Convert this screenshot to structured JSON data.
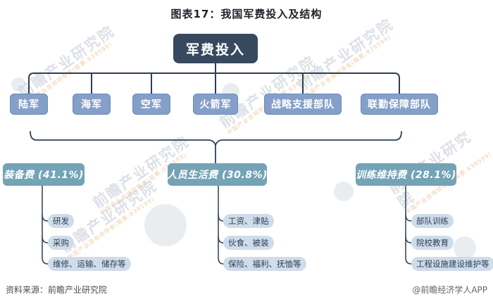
{
  "title": "图表17：我国军费投入及结构",
  "root": {
    "label": "军费投入"
  },
  "branches": [
    "陆军",
    "海军",
    "空军",
    "火箭军",
    "战略支援部队",
    "联勤保障部队"
  ],
  "categories": [
    {
      "label": "装备费 (41.1%)",
      "items": [
        "研发",
        "采购",
        "维修、运输、储存等"
      ]
    },
    {
      "label": "人员生活费 (30.8%)",
      "items": [
        "工资、津贴",
        "伙食、被装",
        "保险、福利、抚恤等"
      ]
    },
    {
      "label": "训练维持费 (28.1%)",
      "items": [
        "部队训练",
        "院校教育",
        "工程设施建设维护等"
      ]
    }
  ],
  "footer": {
    "source": "资料来源：前瞻产业研究院",
    "credit": "@前瞻经济学人APP"
  },
  "watermark": {
    "text": "前瞻产业研究院",
    "subtext": "中国产业咨询领导者(股票:839599)"
  },
  "colors": {
    "root-bg": "#36495e",
    "branch-bg": "#84a0c8",
    "category-bg": "#74a3b6",
    "item-bg": "#cfdce9",
    "item-text": "#2c3e55",
    "line": "#2f3e54",
    "title-text": "#1f2329",
    "footer-text": "#4d4d4d",
    "wm-gray": "#c3cad4",
    "wm-orange": "#e8b98a"
  }
}
